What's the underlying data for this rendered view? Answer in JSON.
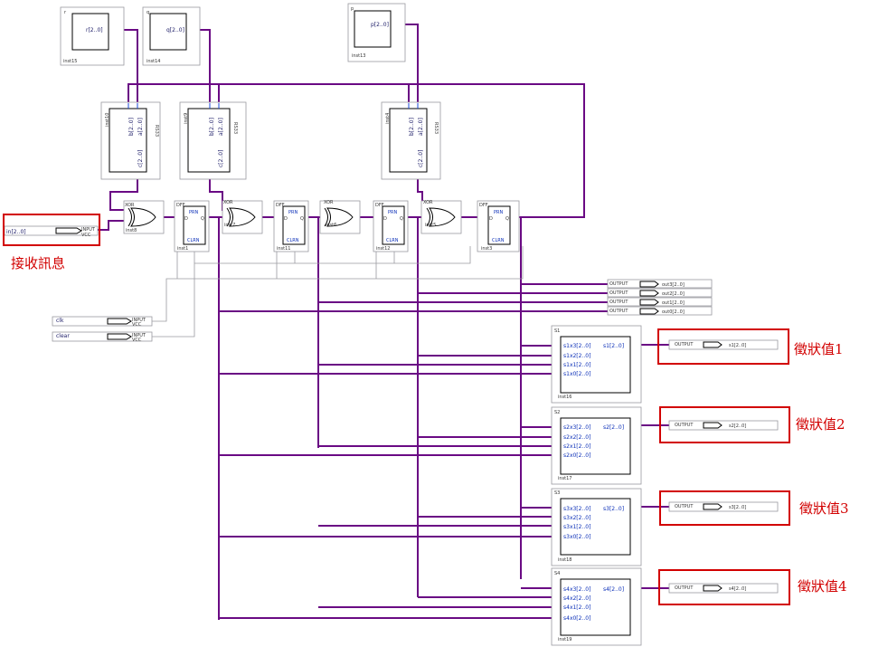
{
  "inputs_top": [
    {
      "id": "r",
      "port": "r[2..0]",
      "inst": "inst15"
    },
    {
      "id": "q",
      "port": "q[2..0]",
      "inst": "inst14"
    },
    {
      "id": "p",
      "port": "p[2..0]",
      "inst": "inst13"
    }
  ],
  "rs33_blocks": [
    {
      "inst": "inst10",
      "ports": [
        "b[2..0]",
        "a[2..0]",
        "c[2..0]"
      ],
      "tag": "RS33"
    },
    {
      "inst": "inst9",
      "ports": [
        "b[2..0]",
        "a[2..0]",
        "c[2..0]"
      ],
      "tag": "RS33"
    },
    {
      "inst": "inst4",
      "ports": [
        "b[2..0]",
        "a[2..0]",
        "c[2..0]"
      ],
      "tag": "RS33"
    }
  ],
  "xor_gates": [
    {
      "label": "XOR",
      "inst": "inst8"
    },
    {
      "label": "XOR",
      "inst": "inst7"
    },
    {
      "label": "XOR",
      "inst": "inst6"
    },
    {
      "label": "XOR",
      "inst": "inst5"
    }
  ],
  "dffs": [
    {
      "label": "DFF",
      "inst": "inst1"
    },
    {
      "label": "DFF",
      "inst": "inst11"
    },
    {
      "label": "DFF",
      "inst": "inst12"
    },
    {
      "label": "DFF",
      "inst": "inst3"
    }
  ],
  "dff_pins": {
    "prn": "PRN",
    "clrn": "CLRN",
    "d": "D",
    "q": "Q"
  },
  "left_inputs": [
    {
      "name": "in[2..0]",
      "type": "INPUT",
      "vcc": "VCC"
    },
    {
      "name": "clk",
      "type": "INPUT",
      "vcc": "VCC"
    },
    {
      "name": "clear",
      "type": "INPUT",
      "vcc": "VCC"
    }
  ],
  "outputs_top": [
    {
      "type": "OUTPUT",
      "name": "out3[2..0]"
    },
    {
      "type": "OUTPUT",
      "name": "out2[2..0]"
    },
    {
      "type": "OUTPUT",
      "name": "out1[2..0]"
    },
    {
      "type": "OUTPUT",
      "name": "out0[2..0]"
    }
  ],
  "s_blocks": [
    {
      "title": "S1",
      "inst": "inst16",
      "inputs": [
        "s1x3[2..0]",
        "s1x2[2..0]",
        "s1x1[2..0]",
        "s1x0[2..0]"
      ],
      "output": "s1[2..0]",
      "out_type": "OUTPUT",
      "out_name": "s1[2..0]",
      "note": "徵狀值1"
    },
    {
      "title": "S2",
      "inst": "inst17",
      "inputs": [
        "s2x3[2..0]",
        "s2x2[2..0]",
        "s2x1[2..0]",
        "s2x0[2..0]"
      ],
      "output": "s2[2..0]",
      "out_type": "OUTPUT",
      "out_name": "s2[2..0]",
      "note": "徵狀值2"
    },
    {
      "title": "S3",
      "inst": "inst18",
      "inputs": [
        "s3x3[2..0]",
        "s3x2[2..0]",
        "s3x1[2..0]",
        "s3x0[2..0]"
      ],
      "output": "s3[2..0]",
      "out_type": "OUTPUT",
      "out_name": "s3[2..0]",
      "note": "徵狀值3"
    },
    {
      "title": "S4",
      "inst": "inst19",
      "inputs": [
        "s4x3[2..0]",
        "s4x2[2..0]",
        "s4x1[2..0]",
        "s4x0[2..0]"
      ],
      "output": "s4[2..0]",
      "out_type": "OUTPUT",
      "out_name": "s4[2..0]",
      "note": "徵狀值4"
    }
  ],
  "input_note": "接收訊息"
}
